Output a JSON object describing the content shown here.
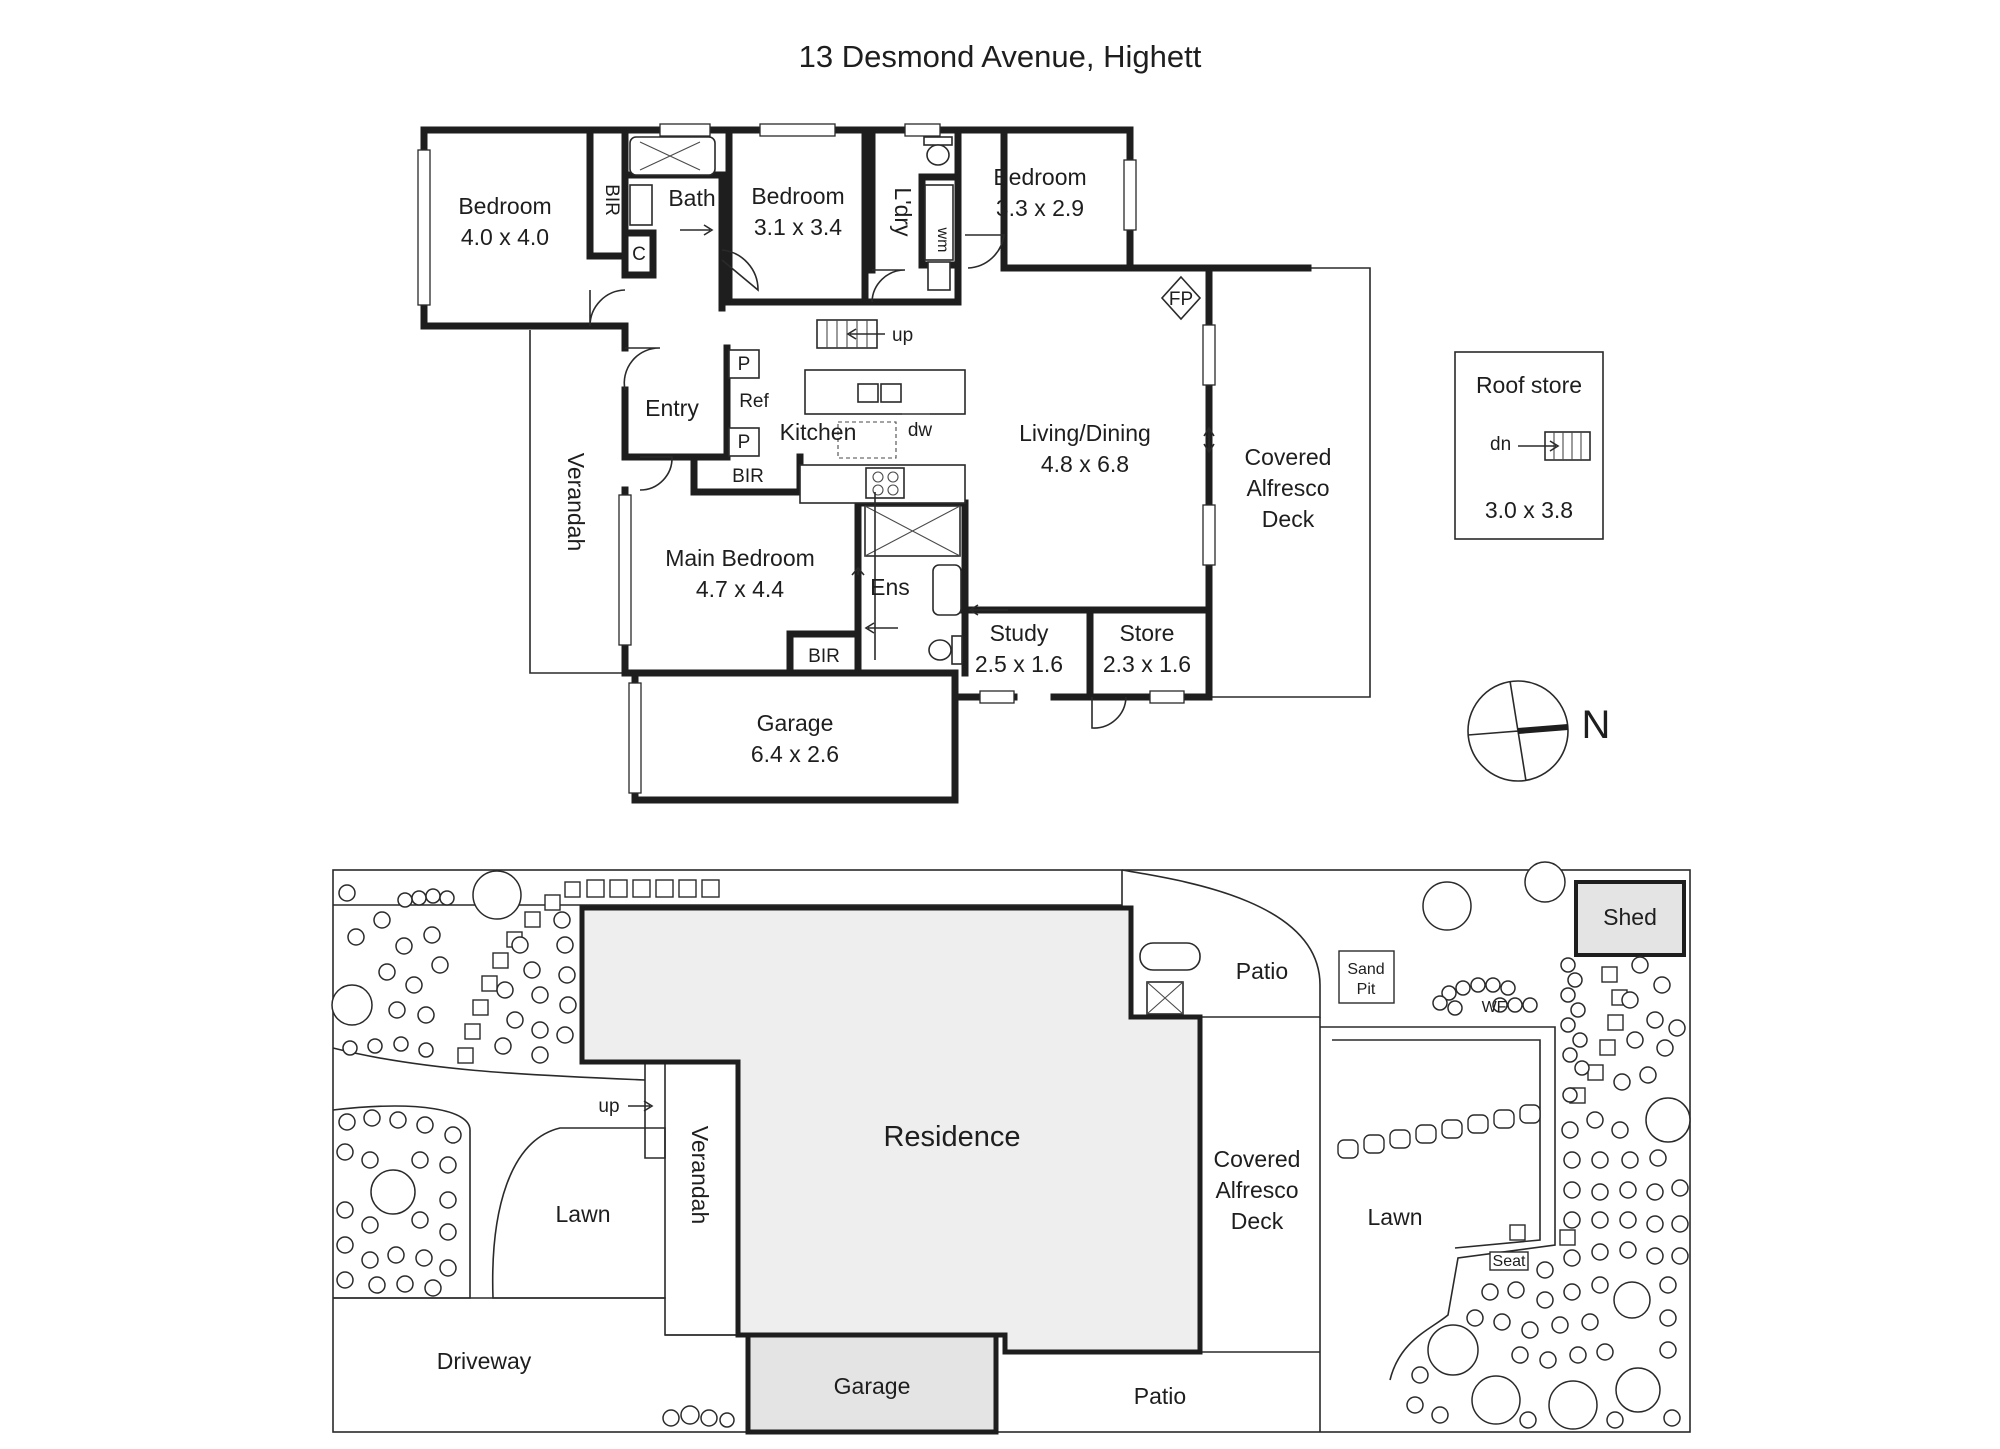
{
  "title": "13 Desmond Avenue, Highett",
  "floor_plan": {
    "rooms": {
      "bedroom_west": {
        "name": "Bedroom",
        "dims": "4.0 x 4.0"
      },
      "bath": {
        "name": "Bath"
      },
      "bedroom_mid": {
        "name": "Bedroom",
        "dims": "3.1 x 3.4"
      },
      "bedroom_east": {
        "name": "Bedroom",
        "dims": "3.3 x 2.9"
      },
      "laundry": {
        "name": "L'dry"
      },
      "living": {
        "name": "Living/Dining",
        "dims": "4.8 x 6.8"
      },
      "entry": {
        "name": "Entry"
      },
      "kitchen": {
        "name": "Kitchen"
      },
      "main_bedroom": {
        "name": "Main Bedroom",
        "dims": "4.7 x 4.4"
      },
      "ensuite": {
        "name": "Ens"
      },
      "study": {
        "name": "Study",
        "dims": "2.5 x 1.6"
      },
      "store": {
        "name": "Store",
        "dims": "2.3 x 1.6"
      },
      "garage": {
        "name": "Garage",
        "dims": "6.4 x 2.6"
      },
      "verandah": {
        "name": "Verandah"
      },
      "deck_line1": "Covered",
      "deck_line2": "Alfresco",
      "deck_line3": "Deck"
    },
    "labels": {
      "bir": "BIR",
      "c": "C",
      "p": "P",
      "ref": "Ref",
      "dw": "dw",
      "wm": "wm",
      "fp": "FP",
      "up": "up"
    },
    "roof_store": {
      "name": "Roof store",
      "stair_label": "dn",
      "dims": "3.0 x 3.8"
    },
    "compass": {
      "label": "N"
    }
  },
  "site_plan": {
    "residence": "Residence",
    "garage": "Garage",
    "verandah": "Verandah",
    "lawn_front": "Lawn",
    "lawn_back": "Lawn",
    "driveway": "Driveway",
    "patio_top": "Patio",
    "patio_bottom": "Patio",
    "deck_line1": "Covered",
    "deck_line2": "Alfresco",
    "deck_line3": "Deck",
    "sand_pit_line1": "Sand",
    "sand_pit_line2": "Pit",
    "wf": "WF",
    "seat": "Seat",
    "shed": "Shed",
    "up": "up"
  }
}
